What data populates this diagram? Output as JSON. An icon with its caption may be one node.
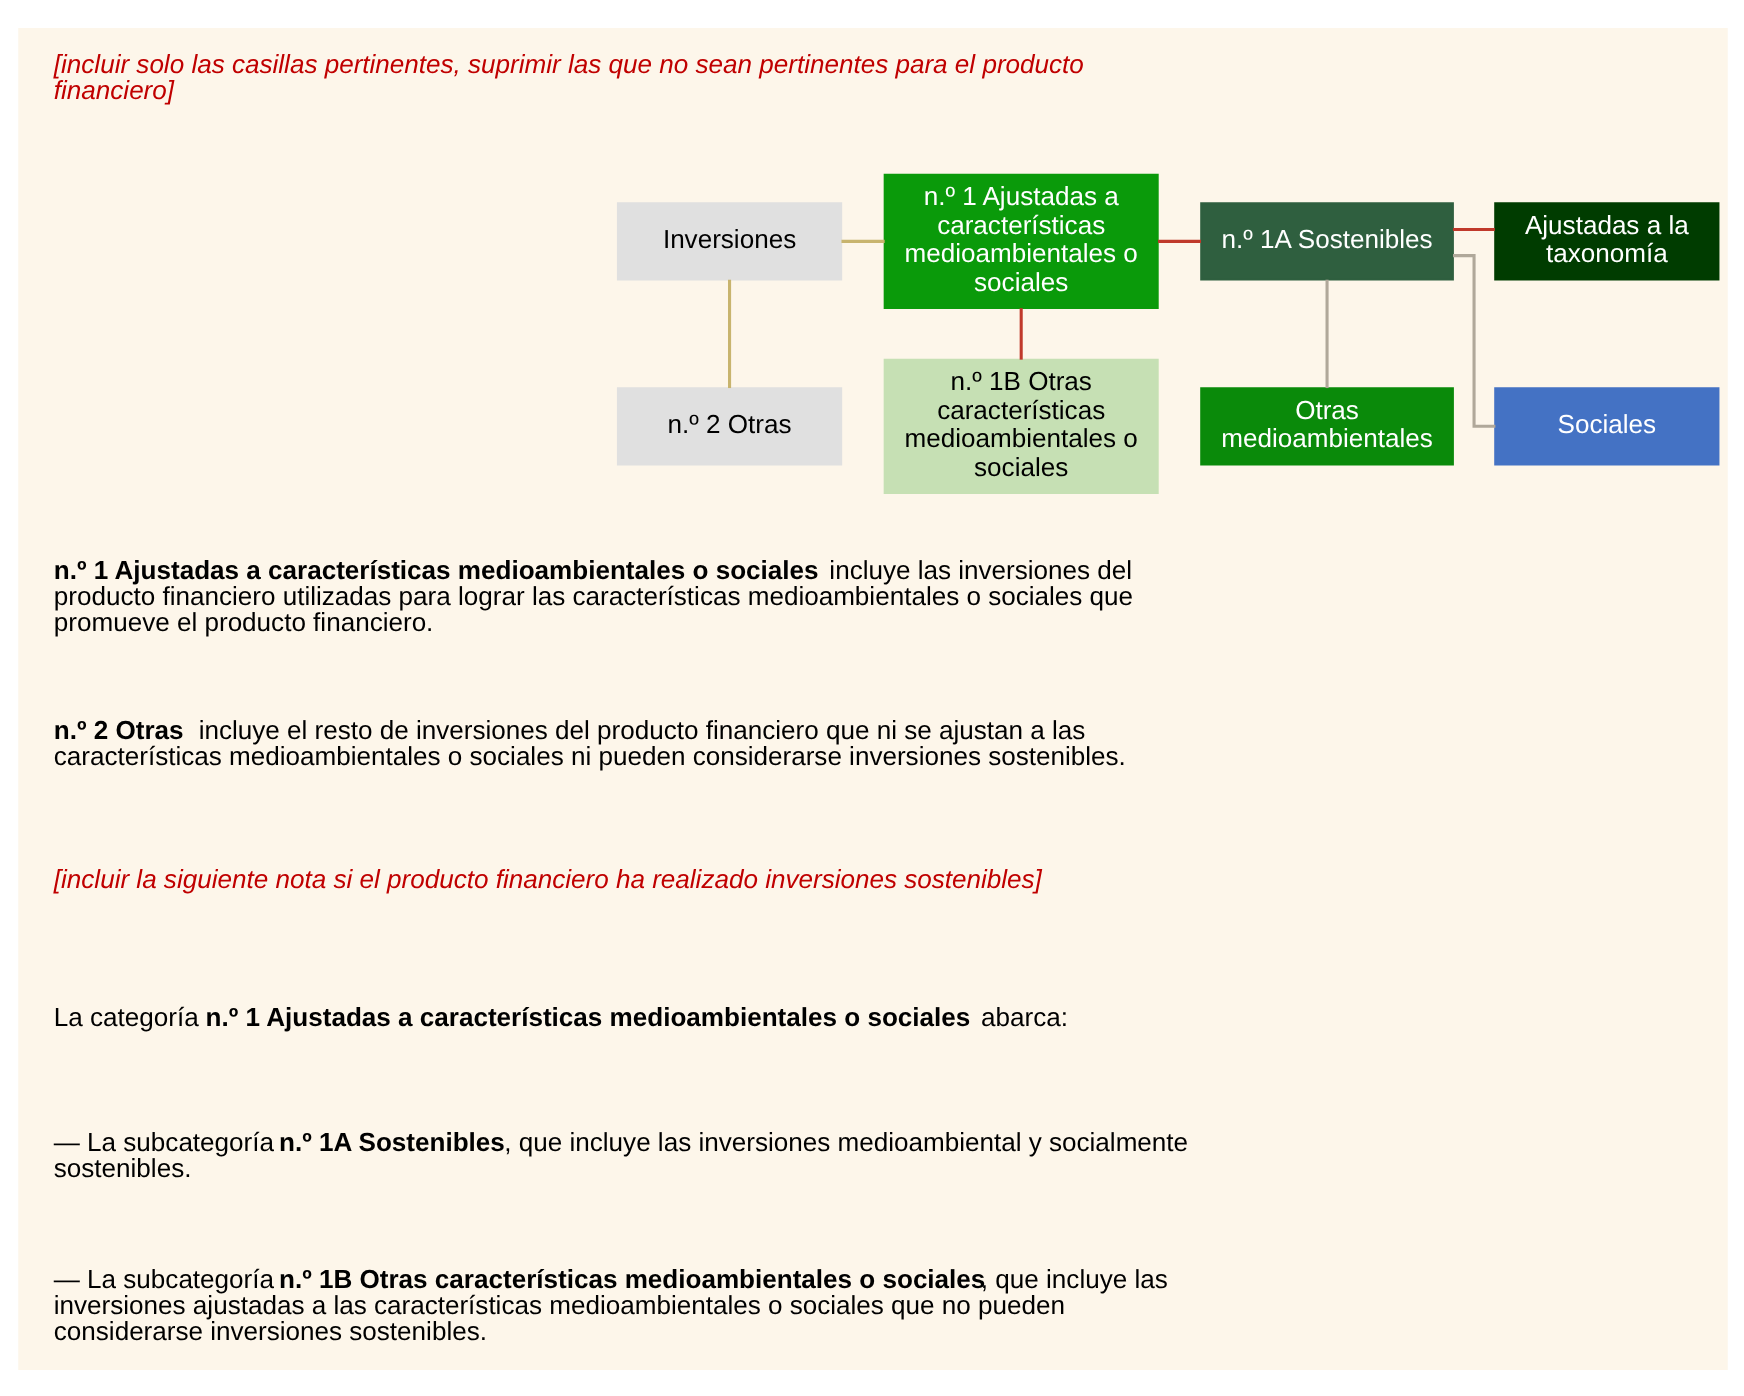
{
  "diagram": {
    "nodes": [
      {
        "text": [
          "Inversiones"
        ]
      },
      {
        "text": [
          "n.º 1 Ajustadas a características medioambientales o sociales"
        ]
      },
      {
        "text": [
          "n.º 2 Otras"
        ]
      },
      {
        "text": [
          "n.º 1A Sostenibles"
        ]
      },
      {
        "text": [
          "n.º 1B Otras características medioambientales o sociales"
        ]
      },
      {
        "text": [
          "Ajustadas a la taxonomía"
        ]
      },
      {
        "text": [
          "Otras medioambientales"
        ]
      },
      {
        "text": [
          "Sociales"
        ]
      }
    ],
    "edges": [
      {
        "from": 0,
        "to": 1,
        "arrow": "none",
        "color": "#c8b46e"
      },
      {
        "from": 0,
        "to": 2,
        "arrow": "none",
        "color": "#c8b46e"
      },
      {
        "from": 1,
        "to": 3,
        "arrow": "none",
        "color": "#c0392b"
      },
      {
        "from": 1,
        "to": 4,
        "arrow": "none",
        "color": "#c0392b"
      },
      {
        "from": 3,
        "to": 5,
        "arrow": "none",
        "color": "#c0392b"
      },
      {
        "from": 3,
        "to": 6,
        "arrow": "none",
        "color": "#b0a89a"
      },
      {
        "from": 3,
        "to": 7,
        "arrow": "none",
        "color": "#b0a89a"
      }
    ],
    "labels": [
      "[incluir solo las casillas pertinentes, suprimir las que no sean pertinentes para el producto financiero]",
      "**n.º 1 Ajustadas a características medioambientales o sociales** incluye las inversiones del producto financiero utilizadas para lograr las características medioambientales o sociales que promueve el producto financiero.",
      "**n.º 2 Otras** incluye el resto de inversiones del producto financiero que ni se ajustan a las características medioambientales o sociales ni pueden considerarse inversiones sostenibles.",
      "[incluir la siguiente nota si el producto financiero ha realizado inversiones sostenibles]",
      "La categoría **n.º 1 Ajustadas a características medioambientales o sociales** abarca:",
      "— La subcategoría **n.º 1A Sostenibles**, que incluye las inversiones medioambiental y socialmente sostenibles.",
      "— La subcategoría **n.º 1B Otras características medioambientales o sociales**, que incluye las inversiones ajustadas a las características medioambientales o sociales que no pueden considerarse inversiones sostenibles."
    ]
  }
}
